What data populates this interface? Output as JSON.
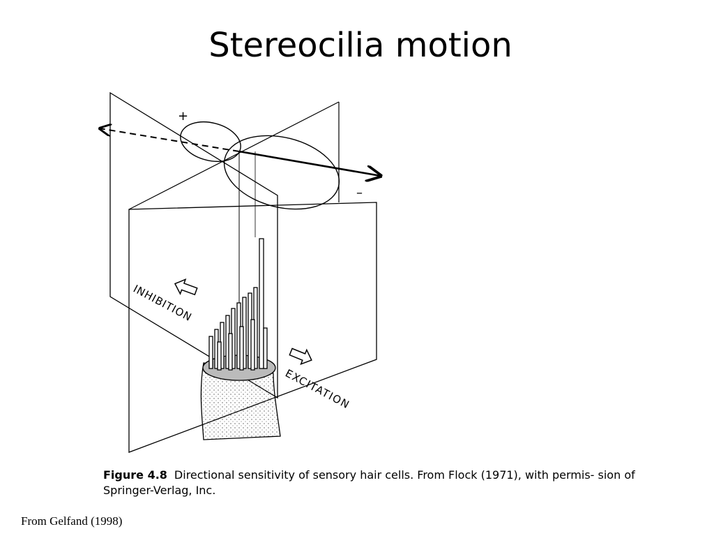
{
  "slide": {
    "title": "Stereocilia motion",
    "credit": "From Gelfand (1998)"
  },
  "figure": {
    "plus_label": "+",
    "minus_label": "–",
    "inhibition_label": "INHIBITION",
    "excitation_label": "EXCITATION",
    "caption_label": "Figure 4.8",
    "caption_text": "Directional sensitivity of sensory hair cells. From Flock (1971), with permis- sion of Springer-Verlag, Inc."
  }
}
